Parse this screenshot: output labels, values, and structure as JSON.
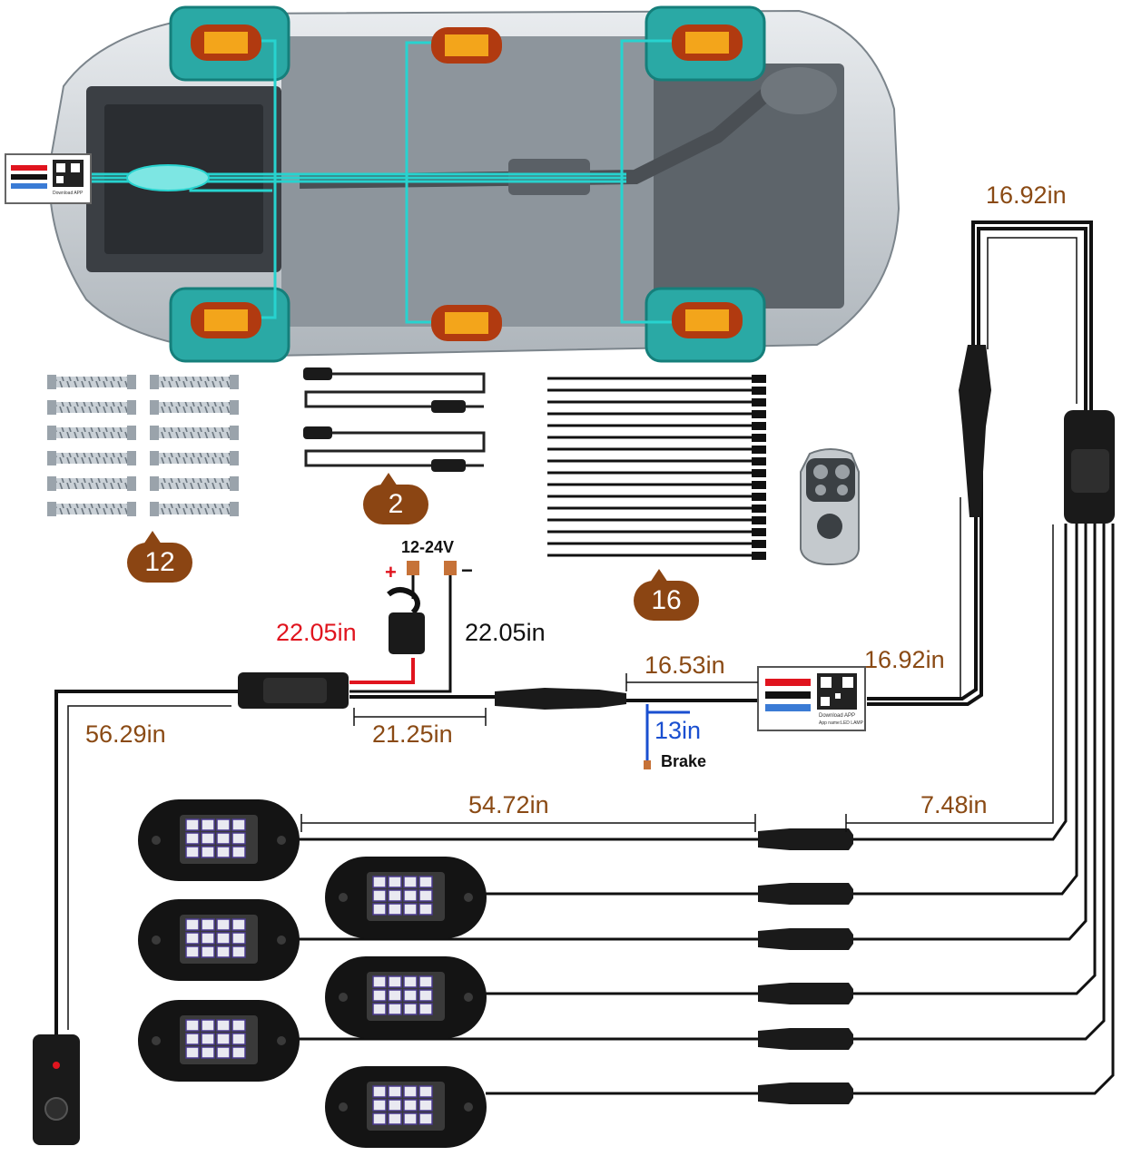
{
  "diagram": {
    "controller_label": {
      "line1": "Download APP",
      "line2": "App name:LED LAMP"
    },
    "counts": {
      "screws": "12",
      "connectors": "2",
      "cable_ties": "16"
    },
    "power": {
      "voltage": "12-24V",
      "plus": "+",
      "minus": "−"
    },
    "measurements": {
      "fuse_positive": "22.05in",
      "negative": "22.05in",
      "switch_lead": "56.29in",
      "power_lead": "21.25in",
      "extension": "16.53in",
      "brake_lead": "13in",
      "controller_out": "16.92in",
      "splitter_in": "16.92in",
      "pod_lead": "54.72in",
      "splitter_branch": "7.48in"
    },
    "brake_label": "Brake",
    "colors": {
      "teal": "#27d3cf",
      "amber": "#f3a51b",
      "brown": "#8b4513",
      "wire": "#111111",
      "fuse_red": "#e0141e",
      "brake_blue": "#1a4fd0"
    }
  }
}
